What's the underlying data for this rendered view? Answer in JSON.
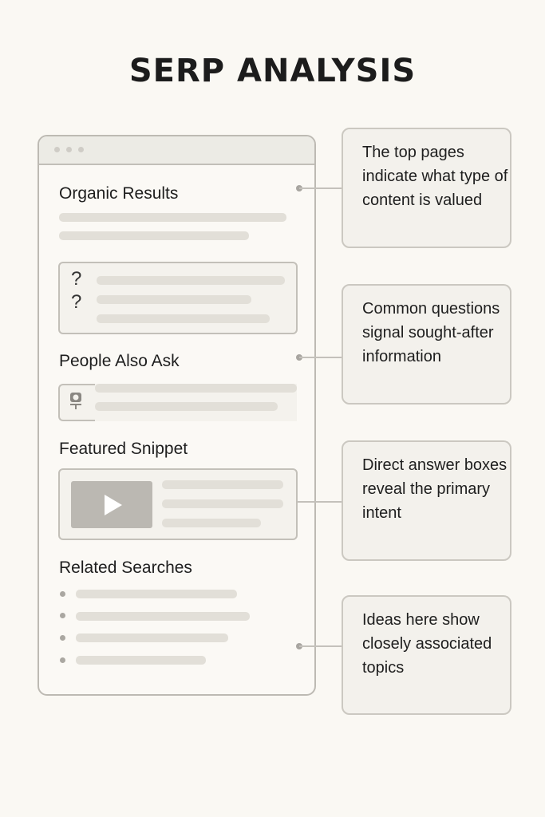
{
  "title": "SERP ANALYSIS",
  "browser": {
    "window_dots": 3,
    "sections": {
      "organic": {
        "heading": "Organic Results"
      },
      "people_also_ask": {
        "heading": "People Also Ask",
        "question_icons": [
          "?",
          "?"
        ]
      },
      "featured_snippet": {
        "heading": "Featured Snippet",
        "media_icon": "play-icon"
      },
      "related_searches": {
        "heading": "Related Searches",
        "item_count": 4
      }
    }
  },
  "annotations": [
    {
      "text": "The top pages indicate what type of content is valued"
    },
    {
      "text": "Common questions signal sought-after information"
    },
    {
      "text": "Direct answer boxes reveal the primary intent"
    },
    {
      "text": "Ideas here show closely associated topics"
    }
  ],
  "colors": {
    "background": "#faf8f3",
    "border": "#bdbab3",
    "placeholder": "#e2dfd8",
    "card": "#f3f1ec"
  }
}
